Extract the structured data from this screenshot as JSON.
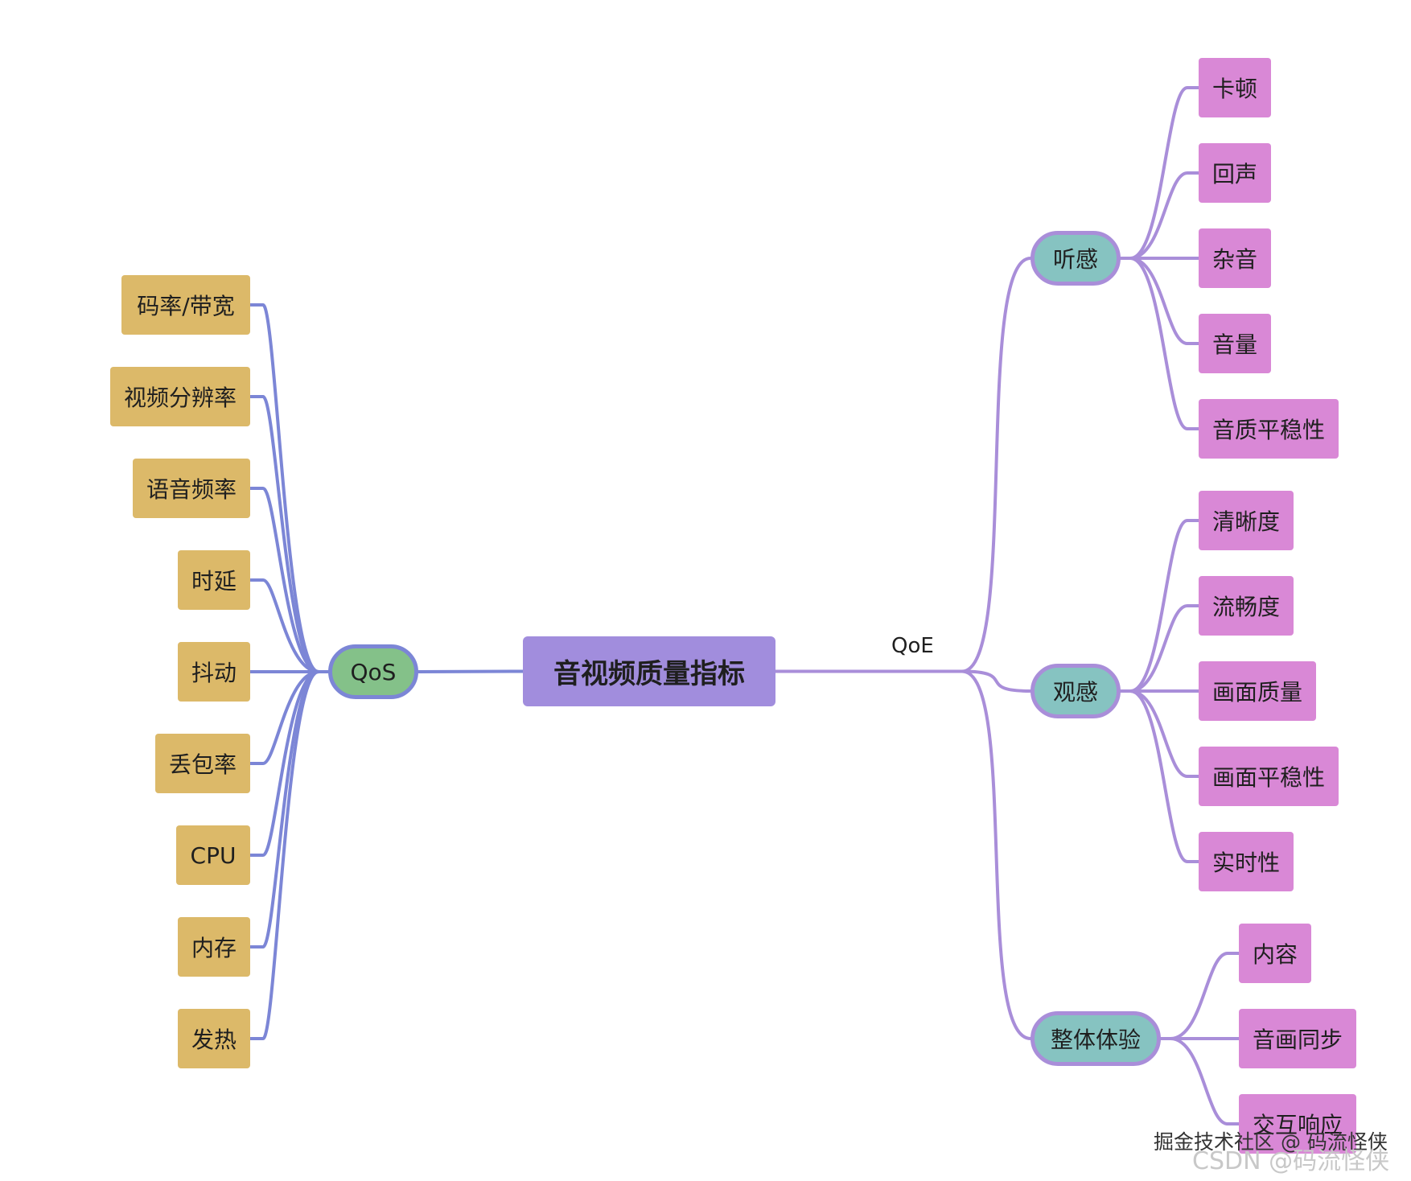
{
  "colors": {
    "left_edge": "#7c86d6",
    "right_edge": "#a98ed9",
    "left_leaf": "#dcb969",
    "right_leaf": "#d988d6",
    "hub": "#86c3c1",
    "qos": "#84c189",
    "root": "#a18ddd"
  },
  "root": {
    "label": "音视频质量指标"
  },
  "qos": {
    "label": "QoS",
    "items": [
      "码率/带宽",
      "视频分辨率",
      "语音频率",
      "时延",
      "抖动",
      "丢包率",
      "CPU",
      "内存",
      "发热"
    ]
  },
  "qoe": {
    "edge_label": "QoE",
    "groups": [
      {
        "label": "听感",
        "items": [
          "卡顿",
          "回声",
          "杂音",
          "音量",
          "音质平稳性"
        ]
      },
      {
        "label": "观感",
        "items": [
          "清晰度",
          "流畅度",
          "画面质量",
          "画面平稳性",
          "实时性"
        ]
      },
      {
        "label": "整体体验",
        "items": [
          "内容",
          "音画同步",
          "交互响应"
        ]
      }
    ]
  },
  "watermark": {
    "line1": "掘金技术社区 @ 码流怪侠",
    "line2": "CSDN @码流怪侠"
  }
}
